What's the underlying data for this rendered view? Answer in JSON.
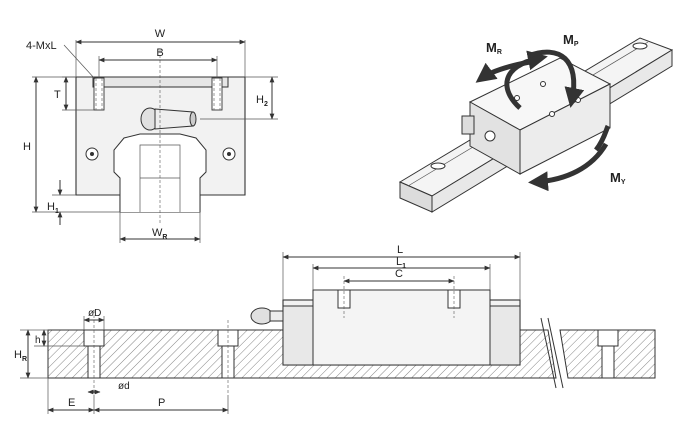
{
  "labels": {
    "W": "W",
    "B": "B",
    "MxL": "4-MxL",
    "T": "T",
    "H2": "H",
    "H2_sub": "2",
    "H": "H",
    "H1": "H",
    "H1_sub": "1",
    "WR": "W",
    "WR_sub": "R",
    "L": "L",
    "L1": "L",
    "L1_sub": "1",
    "C": "C",
    "phiD": "øD",
    "h": "h",
    "HR": "H",
    "HR_sub": "R",
    "phid": "ød",
    "E": "E",
    "P": "P"
  },
  "moments": {
    "MR": "M",
    "MR_sub": "R",
    "MP": "M",
    "MP_sub": "P",
    "MY": "M",
    "MY_sub": "Y"
  }
}
